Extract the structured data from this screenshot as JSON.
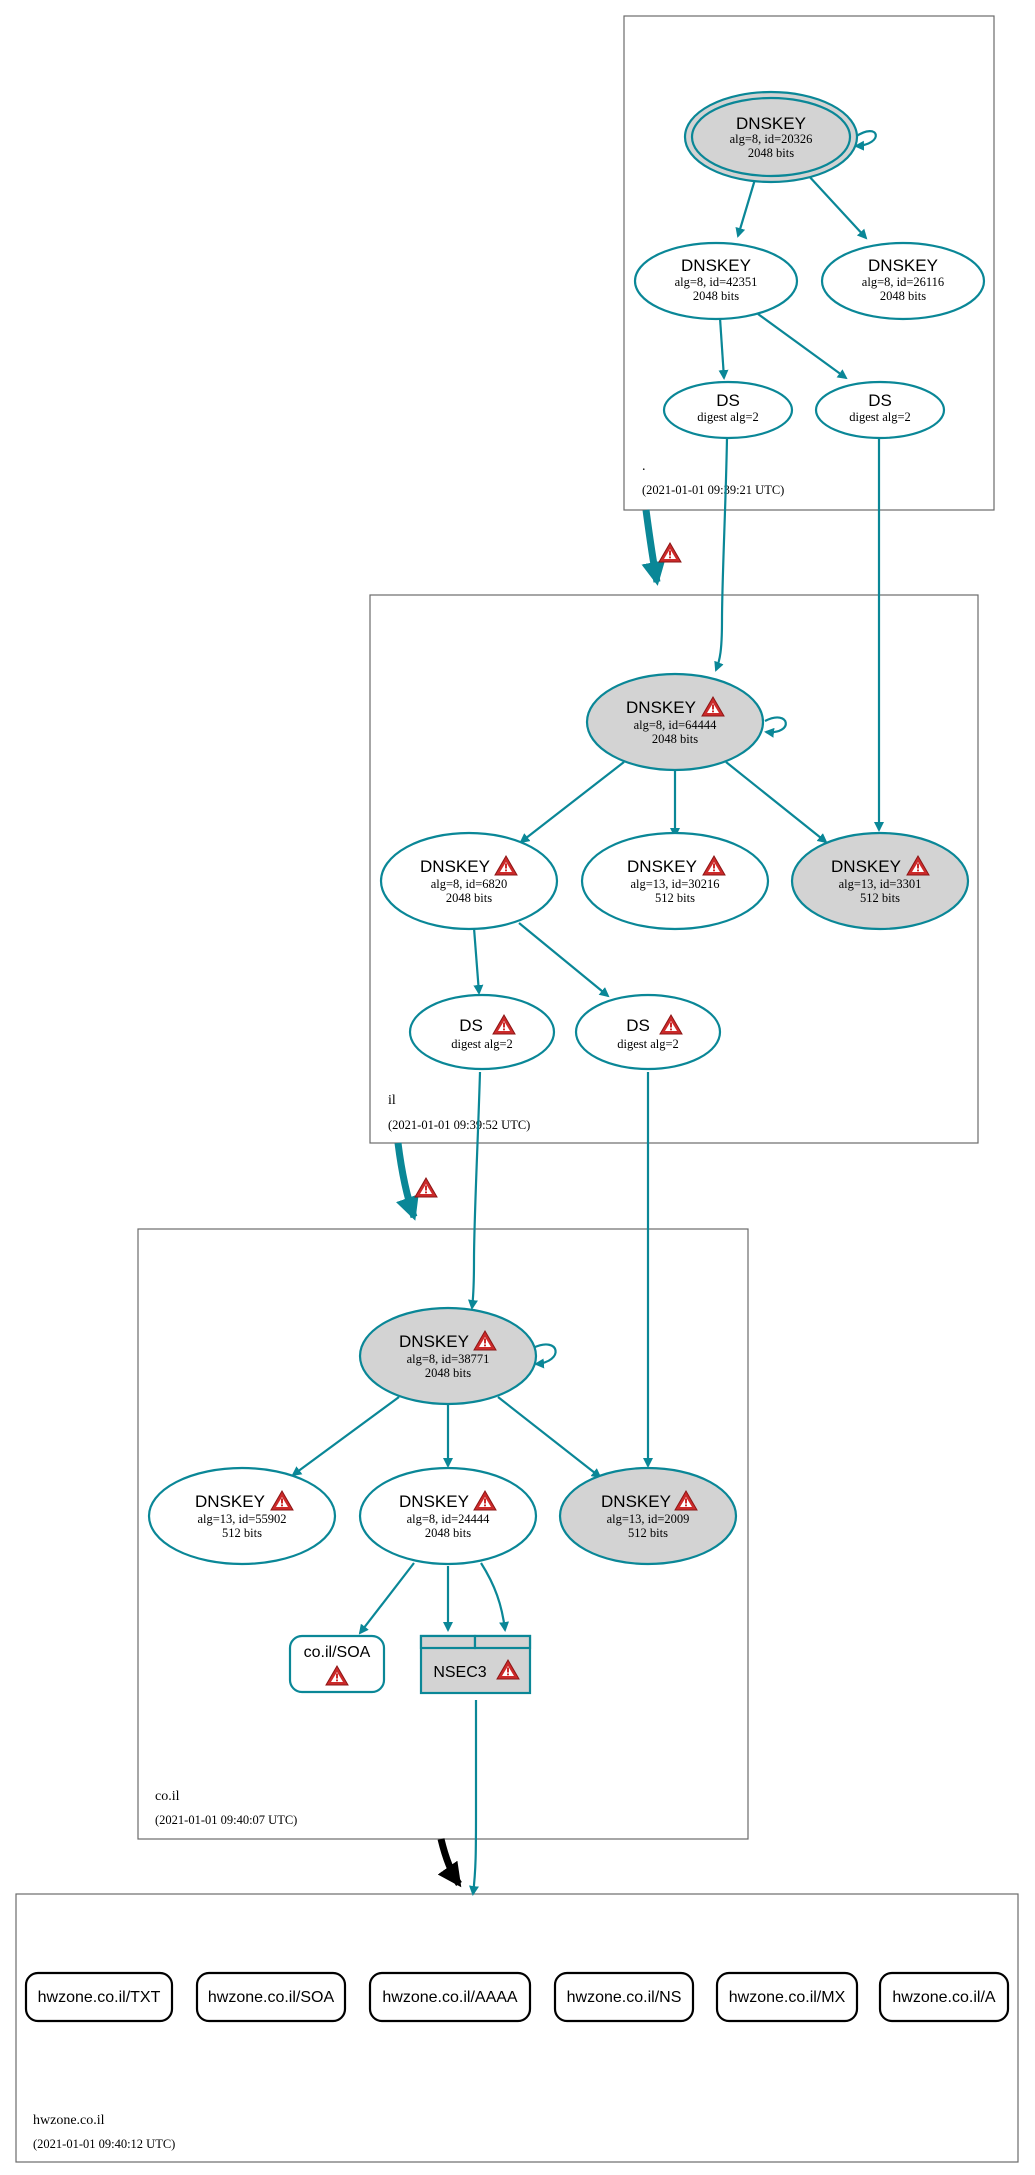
{
  "colors": {
    "edge": "#0a8797",
    "sep_fill": "#d3d3d3",
    "warning": "#cc2a2a"
  },
  "zones": {
    "root": {
      "name": ".",
      "time": "(2021-01-01 09:39:21 UTC)"
    },
    "il": {
      "name": "il",
      "time": "(2021-01-01 09:39:52 UTC)"
    },
    "coil": {
      "name": "co.il",
      "time": "(2021-01-01 09:40:07 UTC)"
    },
    "hwzone": {
      "name": "hwzone.co.il",
      "time": "(2021-01-01 09:40:12 UTC)"
    }
  },
  "nodes": {
    "root_ksk": {
      "title": "DNSKEY",
      "line1": "alg=8, id=20326",
      "line2": "2048 bits"
    },
    "root_zsk1": {
      "title": "DNSKEY",
      "line1": "alg=8, id=42351",
      "line2": "2048 bits"
    },
    "root_zsk2": {
      "title": "DNSKEY",
      "line1": "alg=8, id=26116",
      "line2": "2048 bits"
    },
    "root_ds1": {
      "title": "DS",
      "line1": "digest alg=2"
    },
    "root_ds2": {
      "title": "DS",
      "line1": "digest alg=2"
    },
    "il_ksk": {
      "title": "DNSKEY",
      "line1": "alg=8, id=64444",
      "line2": "2048 bits"
    },
    "il_zsk1": {
      "title": "DNSKEY",
      "line1": "alg=8, id=6820",
      "line2": "2048 bits"
    },
    "il_zsk2": {
      "title": "DNSKEY",
      "line1": "alg=13, id=30216",
      "line2": "512 bits"
    },
    "il_zsk3": {
      "title": "DNSKEY",
      "line1": "alg=13, id=3301",
      "line2": "512 bits"
    },
    "il_ds1": {
      "title": "DS",
      "line1": "digest alg=2"
    },
    "il_ds2": {
      "title": "DS",
      "line1": "digest alg=2"
    },
    "coil_ksk": {
      "title": "DNSKEY",
      "line1": "alg=8, id=38771",
      "line2": "2048 bits"
    },
    "coil_zsk1": {
      "title": "DNSKEY",
      "line1": "alg=13, id=55902",
      "line2": "512 bits"
    },
    "coil_zsk2": {
      "title": "DNSKEY",
      "line1": "alg=8, id=24444",
      "line2": "2048 bits"
    },
    "coil_zsk3": {
      "title": "DNSKEY",
      "line1": "alg=13, id=2009",
      "line2": "512 bits"
    },
    "coil_soa": {
      "title": "co.il/SOA"
    },
    "coil_nsec3": {
      "title": "NSEC3"
    }
  },
  "records": [
    "hwzone.co.il/TXT",
    "hwzone.co.il/SOA",
    "hwzone.co.il/AAAA",
    "hwzone.co.il/NS",
    "hwzone.co.il/MX",
    "hwzone.co.il/A"
  ],
  "warning_icon": "warning-triangle-icon"
}
